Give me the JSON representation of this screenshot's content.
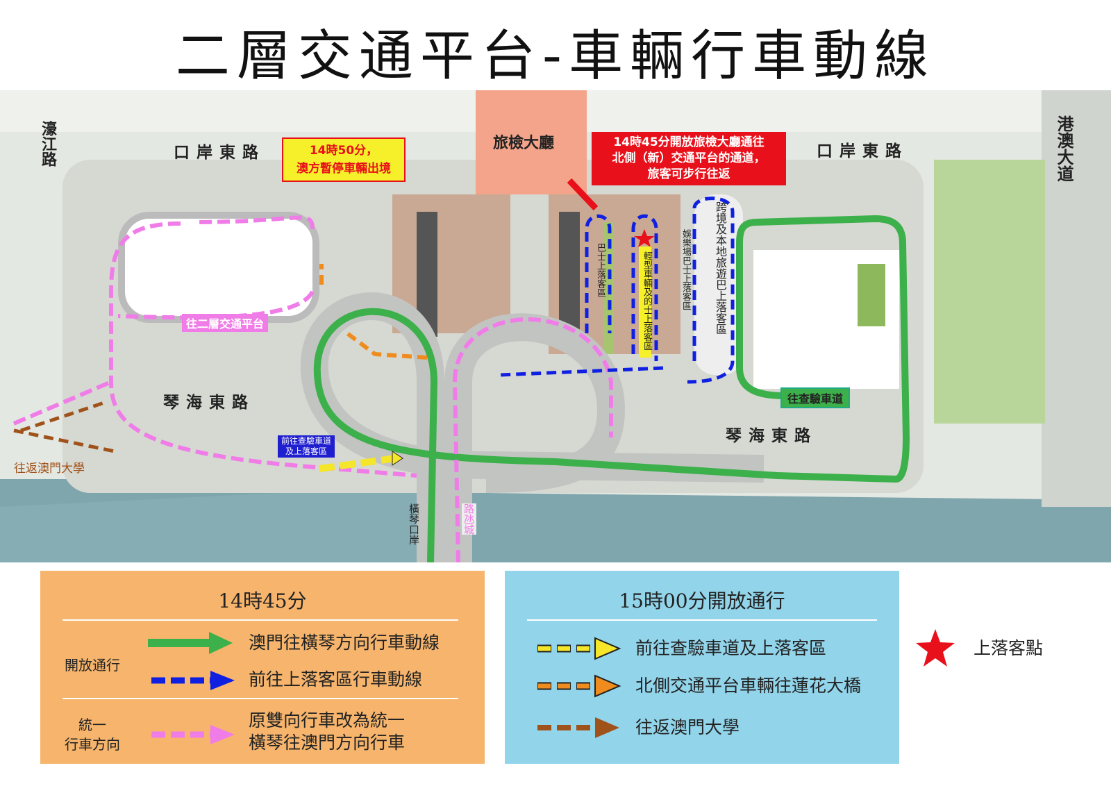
{
  "title": "二層交通平台-車輛行車動線",
  "map": {
    "roads": {
      "haojiang": "濠江路",
      "kouan_left": "口岸東路",
      "kouan_right": "口岸東路",
      "qinhai_left": "琴海東路",
      "qinhai_right": "琴海東路",
      "gangao": "港澳大道"
    },
    "building": "旅檢大廳",
    "callout_red": [
      "14時45分開放旅檢大廳通往",
      "北側（新）交通平台的通道，",
      "旅客可步行往返"
    ],
    "callout_yellow": [
      "14時50分，",
      "澳方暫停車輛出境"
    ],
    "to_second_level": "往二層交通平台",
    "to_inspection_lane": "往查驗車道",
    "to_inspection_box": [
      "前往查驗車道",
      "及上落客區"
    ],
    "bus_area": "巴士上落客區",
    "light_vehicle_area": "輕型車輛及的士上落客區",
    "casino_bus_area": "娛樂場巴士上落客區",
    "tour_bus_area": "跨境及本地旅遊巴上落客區",
    "hengqin_port": "橫琴口岸",
    "lotus_city": "路氹城",
    "to_um": "往返澳門大學"
  },
  "legend": {
    "left": {
      "heading": "14時45分",
      "group1": "開放通行",
      "group2": [
        "統一",
        "行車方向"
      ],
      "items": [
        "澳門往橫琴方向行車動線",
        "前往上落客區行車動線",
        [
          "原雙向行車改為統一",
          "橫琴往澳門方向行車"
        ]
      ]
    },
    "right": {
      "heading": "15時00分開放通行",
      "items": [
        "前往查驗車道及上落客區",
        "北側交通平台車輛往蓮花大橋",
        "往返澳門大學"
      ]
    },
    "star": "上落客點",
    "colors": {
      "green": "#3cb04a",
      "blue": "#1020e0",
      "pink": "#f07ce8",
      "yellow": "#f5e629",
      "orange": "#f08c1e",
      "brown": "#a0521b",
      "red": "#e8101a"
    }
  }
}
